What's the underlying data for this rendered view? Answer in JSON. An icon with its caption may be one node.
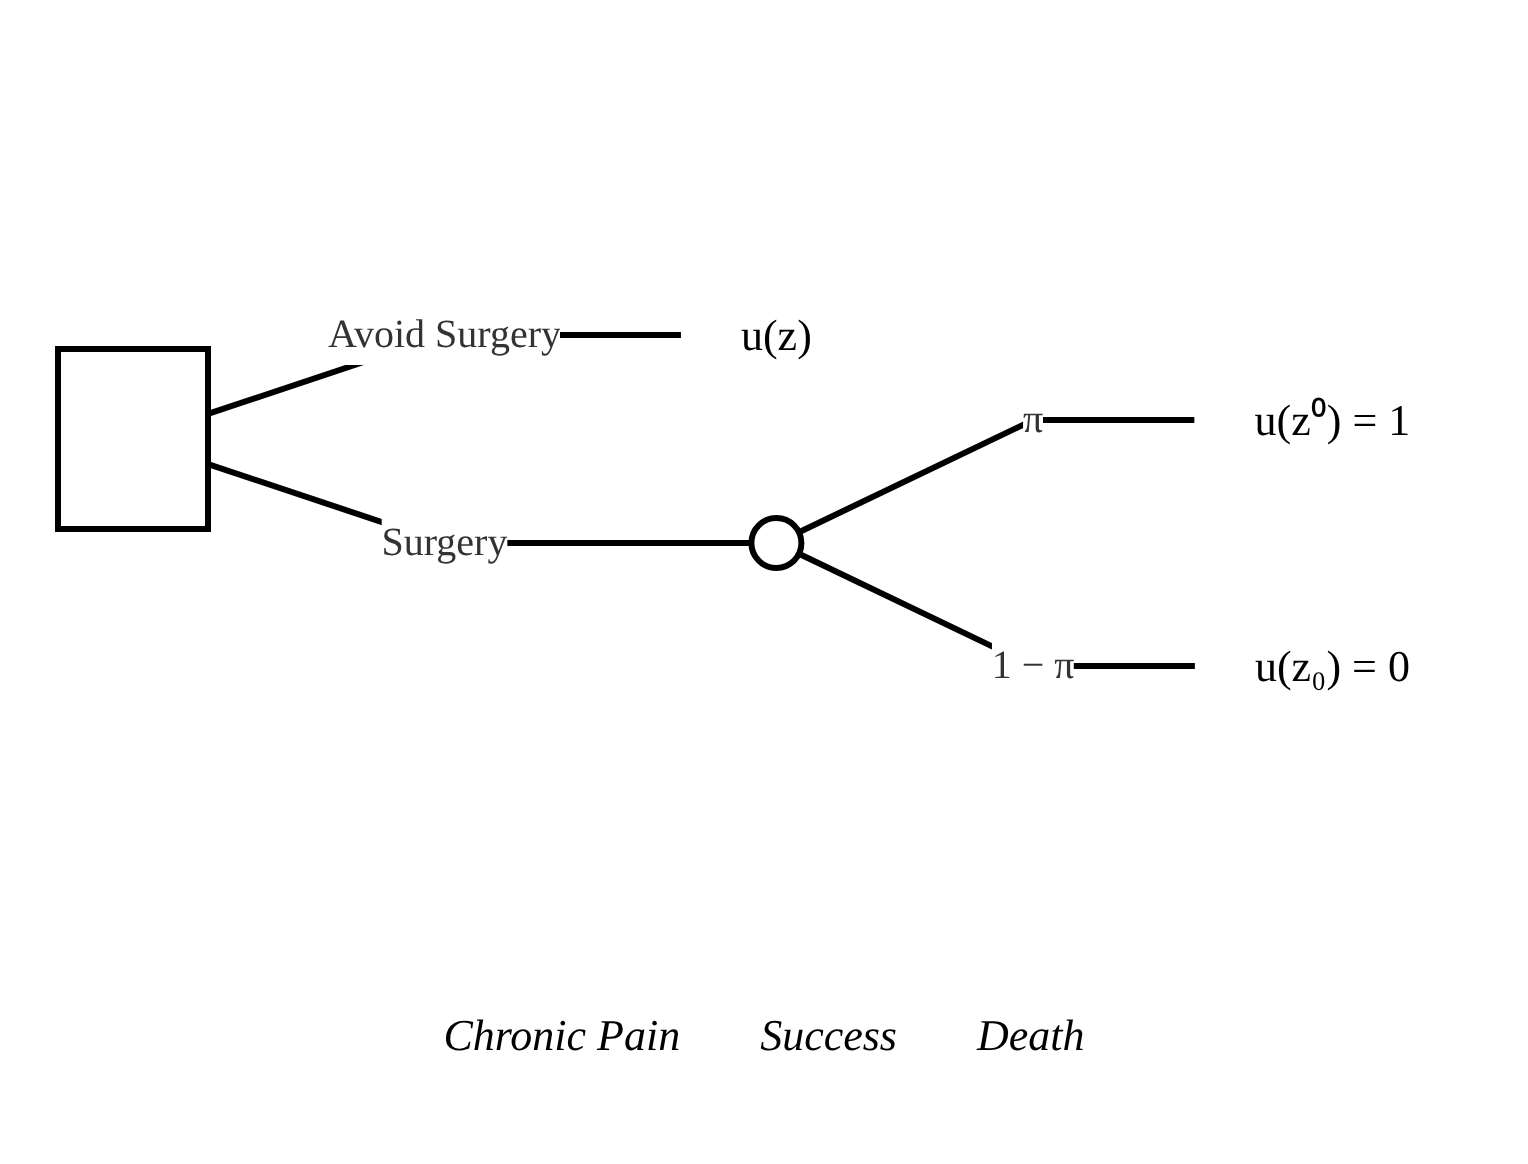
{
  "diagram": {
    "nodes": [
      {
        "text": [],
        "shape": "box"
      },
      {
        "text": [
          "u(z)"
        ]
      },
      {
        "text": [],
        "shape": "circle"
      },
      {
        "text": [
          "u(z⁰) = 1"
        ]
      },
      {
        "text": [
          "u(z₀) = 0"
        ]
      }
    ],
    "edges": [
      {
        "from": 0,
        "to": 1,
        "arrow": "none",
        "label": "Avoid Surgery"
      },
      {
        "from": 0,
        "to": 2,
        "arrow": "none",
        "label": "Surgery"
      },
      {
        "from": 2,
        "to": 3,
        "arrow": "none",
        "label": "π"
      },
      {
        "from": 2,
        "to": 4,
        "arrow": "none",
        "label": "1 − π"
      }
    ],
    "labels": [
      "Chronic Pain",
      "Success",
      "Death"
    ]
  }
}
